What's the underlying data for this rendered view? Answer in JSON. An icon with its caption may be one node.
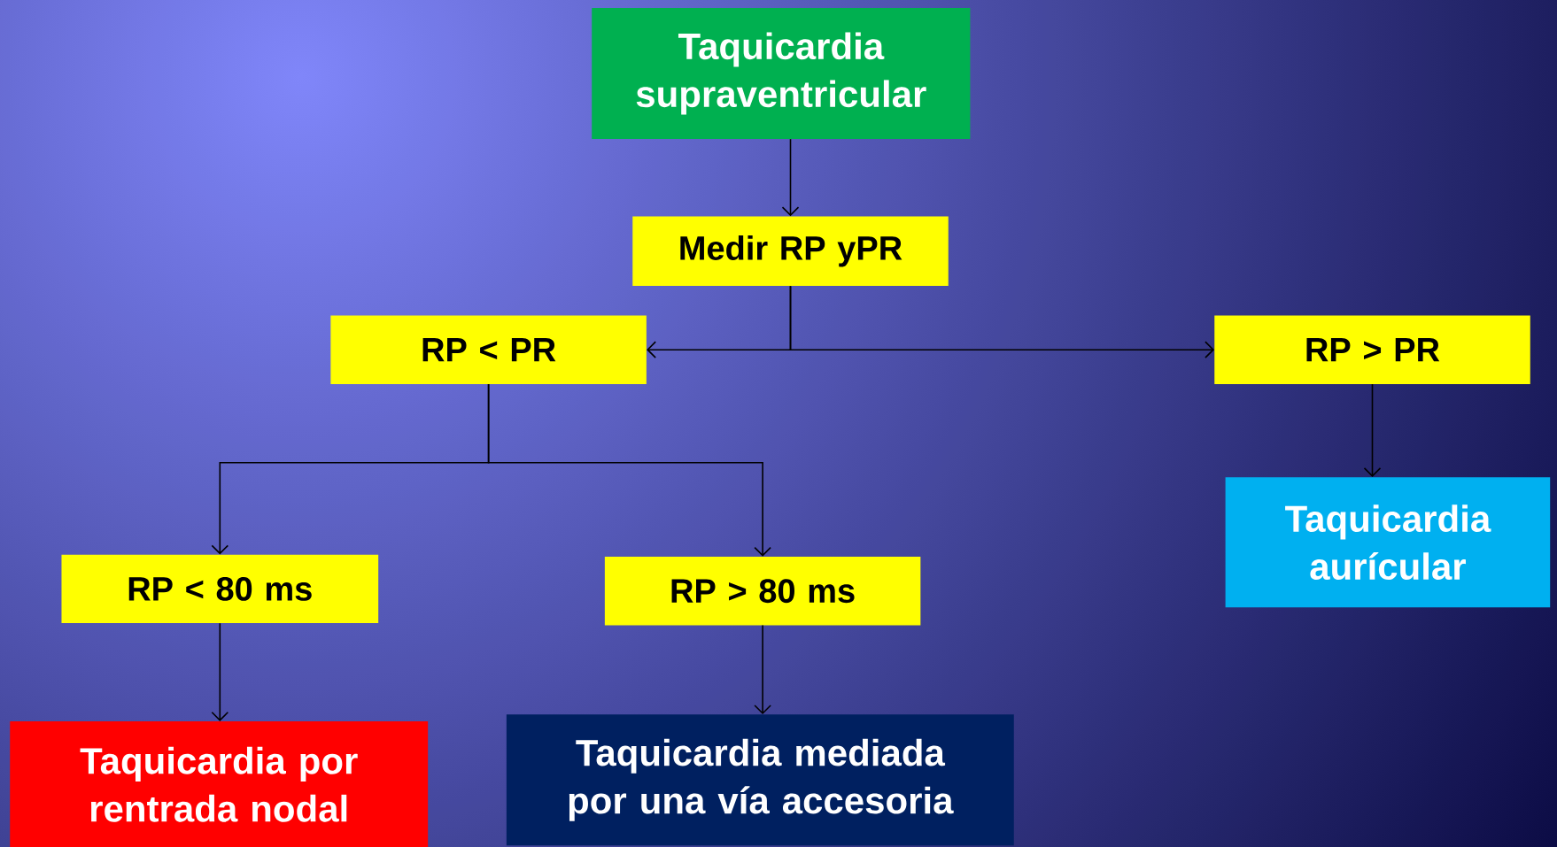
{
  "diagram": {
    "nodes": [
      {
        "text": [
          "Taquicardia supraventricular"
        ]
      },
      {
        "text": [
          "Medir RP yPR"
        ]
      },
      {
        "text": [
          "RP < PR"
        ]
      },
      {
        "text": [
          "RP > PR"
        ]
      },
      {
        "text": [
          "RP < 80 ms"
        ]
      },
      {
        "text": [
          "RP > 80 ms"
        ]
      },
      {
        "text": [
          "Taquicardia por rentrada nodal"
        ]
      },
      {
        "text": [
          "Taquicardia mediada por una vía accesoria"
        ]
      },
      {
        "text": [
          "Taquicardia aurícular"
        ]
      }
    ],
    "edges": [
      {
        "from": 0,
        "to": 1,
        "arrow": "to"
      },
      {
        "from": 1,
        "to": 2,
        "arrow": "to"
      },
      {
        "from": 1,
        "to": 3,
        "arrow": "to"
      },
      {
        "from": 2,
        "to": 4,
        "arrow": "to"
      },
      {
        "from": 2,
        "to": 5,
        "arrow": "to"
      },
      {
        "from": 3,
        "to": 8,
        "arrow": "to"
      },
      {
        "from": 4,
        "to": 6,
        "arrow": "to"
      },
      {
        "from": 5,
        "to": 7,
        "arrow": "to"
      }
    ]
  }
}
